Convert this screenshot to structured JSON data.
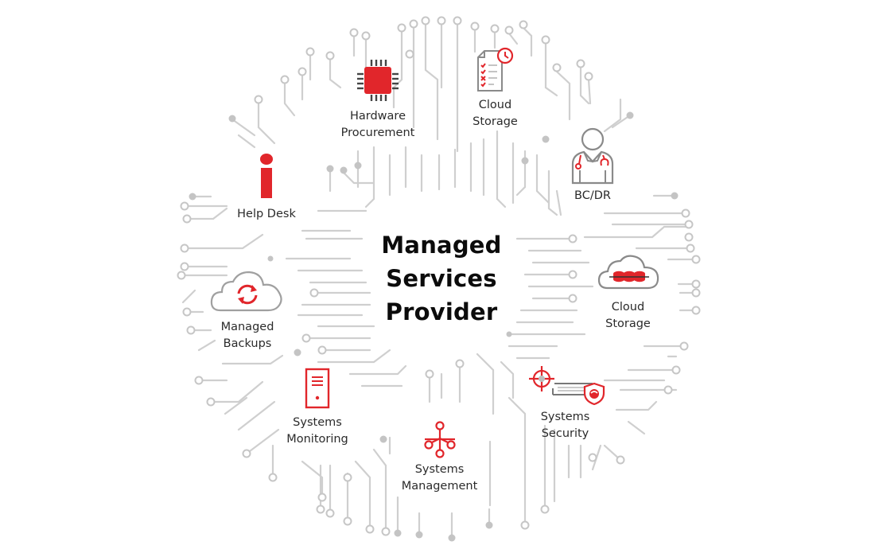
{
  "diagram": {
    "title": "Managed\nServices\nProvider",
    "colors": {
      "accent": "#e1262b",
      "trace": "#c9c9c9",
      "icon_outline": "#7a7a7a",
      "text": "#2b2b2b",
      "title": "#0b0b0b"
    },
    "services": [
      {
        "id": "hardware-procurement",
        "label": "Hardware\nProcurement",
        "icon": "cpu-chip-icon"
      },
      {
        "id": "cloud-storage-top",
        "label": "Cloud\nStorage",
        "icon": "checklist-document-clock-icon"
      },
      {
        "id": "bc-dr",
        "label": "BC/DR",
        "icon": "doctor-stethoscope-icon"
      },
      {
        "id": "help-desk",
        "label": "Help Desk",
        "icon": "info-i-icon"
      },
      {
        "id": "cloud-storage-right",
        "label": "Cloud\nStorage",
        "icon": "cloud-database-icon"
      },
      {
        "id": "managed-backups",
        "label": "Managed\nBackups",
        "icon": "cloud-sync-icon"
      },
      {
        "id": "systems-monitoring",
        "label": "Systems\nMonitoring",
        "icon": "server-tower-icon"
      },
      {
        "id": "systems-management",
        "label": "Systems\nManagement",
        "icon": "network-nodes-icon"
      },
      {
        "id": "systems-security",
        "label": "Systems\nSecurity",
        "icon": "target-shield-icon"
      }
    ]
  }
}
